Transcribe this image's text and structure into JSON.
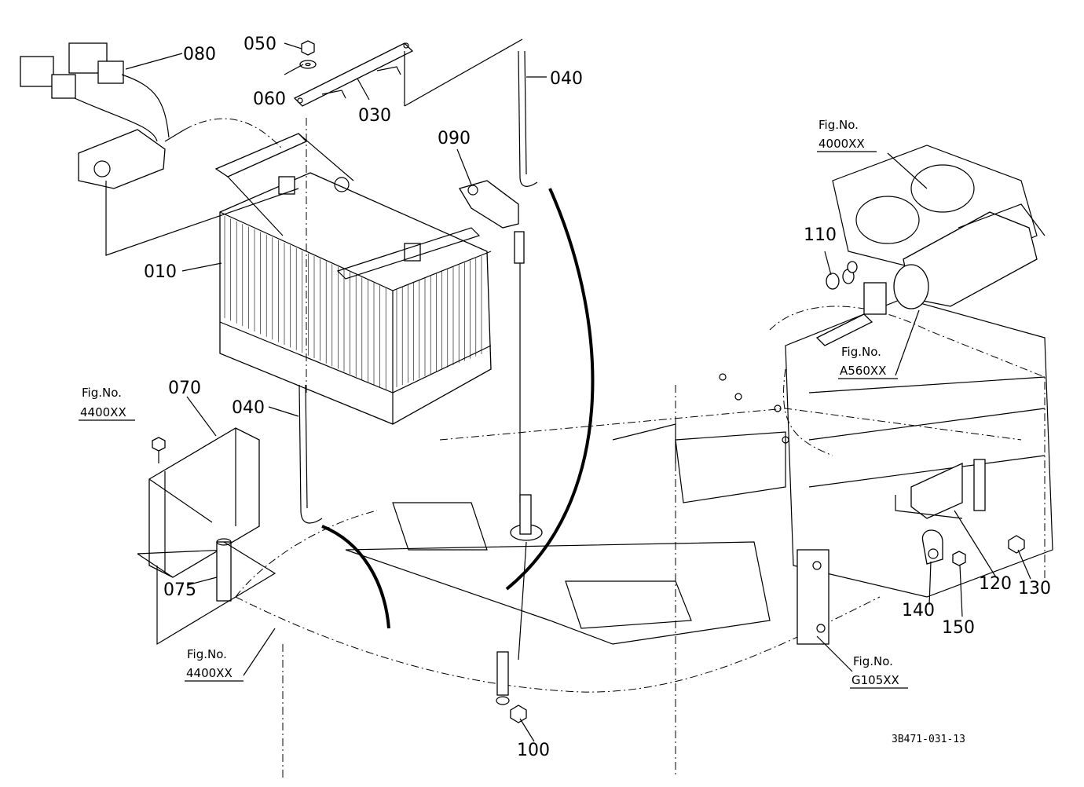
{
  "diagram": {
    "part_labels": {
      "p010": "010",
      "p030": "030",
      "p040a": "040",
      "p040b": "040",
      "p050": "050",
      "p060": "060",
      "p070": "070",
      "p075": "075",
      "p080": "080",
      "p090": "090",
      "p100": "100",
      "p110": "110",
      "p120": "120",
      "p130": "130",
      "p140": "140",
      "p150": "150"
    },
    "fig_refs": {
      "fig_4000": {
        "line1": "Fig.No.",
        "line2": "4000XX"
      },
      "fig_4400_a": {
        "line1": "Fig.No.",
        "line2": "4400XX"
      },
      "fig_4400_b": {
        "line1": "Fig.No.",
        "line2": "4400XX"
      },
      "fig_a560": {
        "line1": "Fig.No.",
        "line2": "A560XX"
      },
      "fig_g105": {
        "line1": "Fig.No.",
        "line2": "G105XX"
      }
    },
    "drawing_code": "3B471-031-13"
  }
}
